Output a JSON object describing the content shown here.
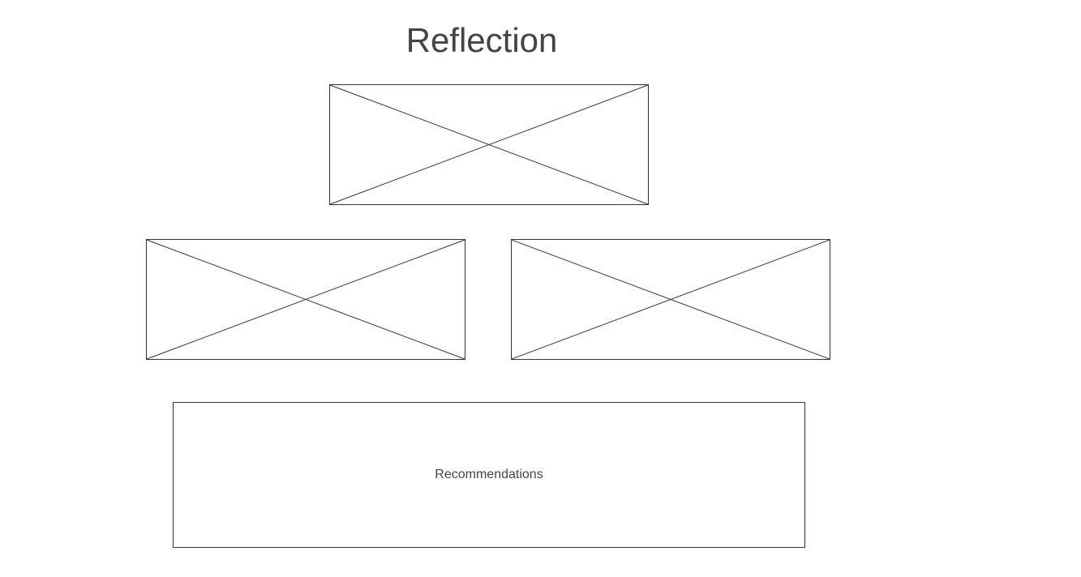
{
  "page": {
    "title": "Reflection"
  },
  "placeholders": [
    {
      "id": "top",
      "content": "image-placeholder-icon"
    },
    {
      "id": "left",
      "content": "image-placeholder-icon"
    },
    {
      "id": "right",
      "content": "image-placeholder-icon"
    }
  ],
  "recommendations": {
    "label": "Recommendations"
  },
  "colors": {
    "text": "#444444",
    "stroke": "#333333",
    "background": "#ffffff"
  }
}
